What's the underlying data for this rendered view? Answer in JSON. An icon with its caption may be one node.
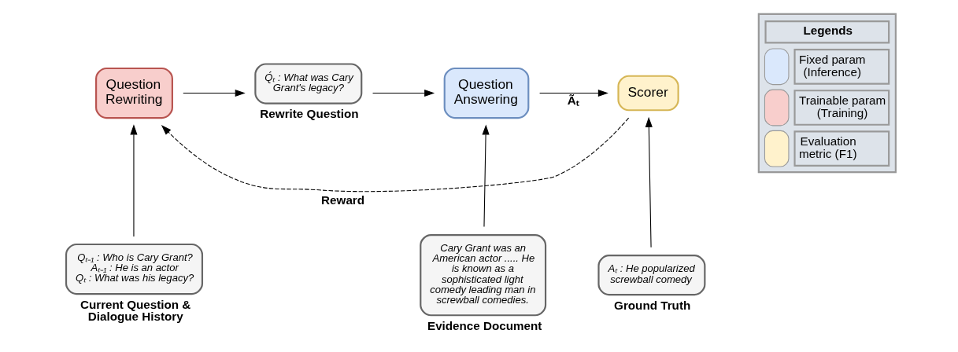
{
  "diagram": {
    "nodes": [
      {
        "text": [
          "Question Rewriting"
        ]
      },
      {
        "text": [
          "Q́ₜ : What was Cary Grant's legacy?"
        ],
        "beside": [
          "Rewrite Question"
        ]
      },
      {
        "text": [
          "Question Answering"
        ]
      },
      {
        "text": [
          "Scorer"
        ]
      },
      {
        "text": [
          "Qₜ₋₁ : Who is Cary Grant?",
          "Aₜ₋₁ : He is an actor",
          "Qₜ : What was his legacy?"
        ],
        "beside": [
          "Current Question & Dialogue History"
        ]
      },
      {
        "text": [
          "Cary Grant was an American actor ..... He is known as a sophisticated light comedy leading man in screwball comedies."
        ],
        "beside": [
          "Evidence Document"
        ]
      },
      {
        "text": [
          "Aₜ : He popularized screwball comedy"
        ],
        "beside": [
          "Ground Truth"
        ]
      }
    ],
    "edges": [
      {
        "from": 0,
        "to": 1,
        "arrow": "to"
      },
      {
        "from": 1,
        "to": 2,
        "arrow": "to"
      },
      {
        "from": 2,
        "to": 3,
        "arrow": "to",
        "label": "Ãₜ"
      },
      {
        "from": 3,
        "to": 0,
        "arrow": "to",
        "label": "Reward",
        "style": "dashed"
      },
      {
        "from": 4,
        "to": 0,
        "arrow": "to"
      },
      {
        "from": 5,
        "to": 2,
        "arrow": "to"
      },
      {
        "from": 6,
        "to": 3,
        "arrow": "to"
      }
    ],
    "labels": [
      "Legends"
    ],
    "legend": [
      {
        "text": "Fixed param (Inference)",
        "color": "#dae8fc"
      },
      {
        "text": "Trainable param (Training)",
        "color": "#f8cecc"
      },
      {
        "text": "Evaluation metric (F1)",
        "color": "#fff2cc"
      }
    ]
  }
}
